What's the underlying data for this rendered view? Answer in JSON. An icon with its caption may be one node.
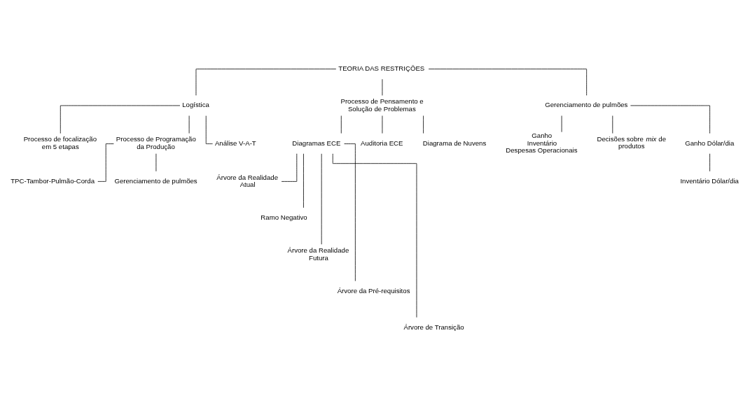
{
  "diagram": {
    "nodes": [
      {
        "text": [
          "TEORIA DAS RESTRIÇÕES"
        ]
      },
      {
        "text": [
          "Logística"
        ]
      },
      {
        "text": [
          "Processo de Pensamento e Solução de Problemas"
        ]
      },
      {
        "text": [
          "Gerenciamento de pulmões"
        ]
      },
      {
        "text": [
          "Processo de focalização em 5 etapas"
        ]
      },
      {
        "text": [
          "Processo de Programação da Produção"
        ]
      },
      {
        "text": [
          "Análise V-A-T"
        ]
      },
      {
        "text": [
          "TPC-Tambor-Pulmão-Corda"
        ]
      },
      {
        "text": [
          "Gerenciamento de pulmões"
        ]
      },
      {
        "text": [
          "Diagramas ECE"
        ]
      },
      {
        "text": [
          "Auditoria ECE"
        ]
      },
      {
        "text": [
          "Diagrama de Nuvens"
        ]
      },
      {
        "text": [
          "Árvore da Realidade Atual"
        ]
      },
      {
        "text": [
          "Ramo Negativo"
        ]
      },
      {
        "text": [
          "Árvore da Realidade Futura"
        ]
      },
      {
        "text": [
          "Árvore da Pré-requisitos"
        ]
      },
      {
        "text": [
          "Árvore de Transição"
        ]
      },
      {
        "text": [
          "Ganho",
          "Inventário",
          "Despesas Operacionais"
        ]
      },
      {
        "text": [
          "Decisões sobre *mix* de produtos"
        ]
      },
      {
        "text": [
          "Ganho Dólar/dia"
        ]
      },
      {
        "text": [
          "Inventário Dólar/dia"
        ]
      }
    ],
    "edges": [
      {
        "from": 0,
        "to": 1,
        "arrow": "none"
      },
      {
        "from": 0,
        "to": 2,
        "arrow": "none"
      },
      {
        "from": 0,
        "to": 3,
        "arrow": "none"
      },
      {
        "from": 1,
        "to": 4,
        "arrow": "none"
      },
      {
        "from": 1,
        "to": 5,
        "arrow": "none"
      },
      {
        "from": 1,
        "to": 6,
        "arrow": "none"
      },
      {
        "from": 5,
        "to": 7,
        "arrow": "none"
      },
      {
        "from": 5,
        "to": 8,
        "arrow": "none"
      },
      {
        "from": 2,
        "to": 9,
        "arrow": "none"
      },
      {
        "from": 2,
        "to": 10,
        "arrow": "none"
      },
      {
        "from": 2,
        "to": 11,
        "arrow": "none"
      },
      {
        "from": 9,
        "to": 12,
        "arrow": "none"
      },
      {
        "from": 9,
        "to": 13,
        "arrow": "none"
      },
      {
        "from": 9,
        "to": 14,
        "arrow": "none"
      },
      {
        "from": 9,
        "to": 15,
        "arrow": "none"
      },
      {
        "from": 9,
        "to": 16,
        "arrow": "none"
      },
      {
        "from": 3,
        "to": 17,
        "arrow": "none"
      },
      {
        "from": 3,
        "to": 18,
        "arrow": "none"
      },
      {
        "from": 3,
        "to": 19,
        "arrow": "none"
      },
      {
        "from": 19,
        "to": 20,
        "arrow": "none"
      }
    ]
  }
}
